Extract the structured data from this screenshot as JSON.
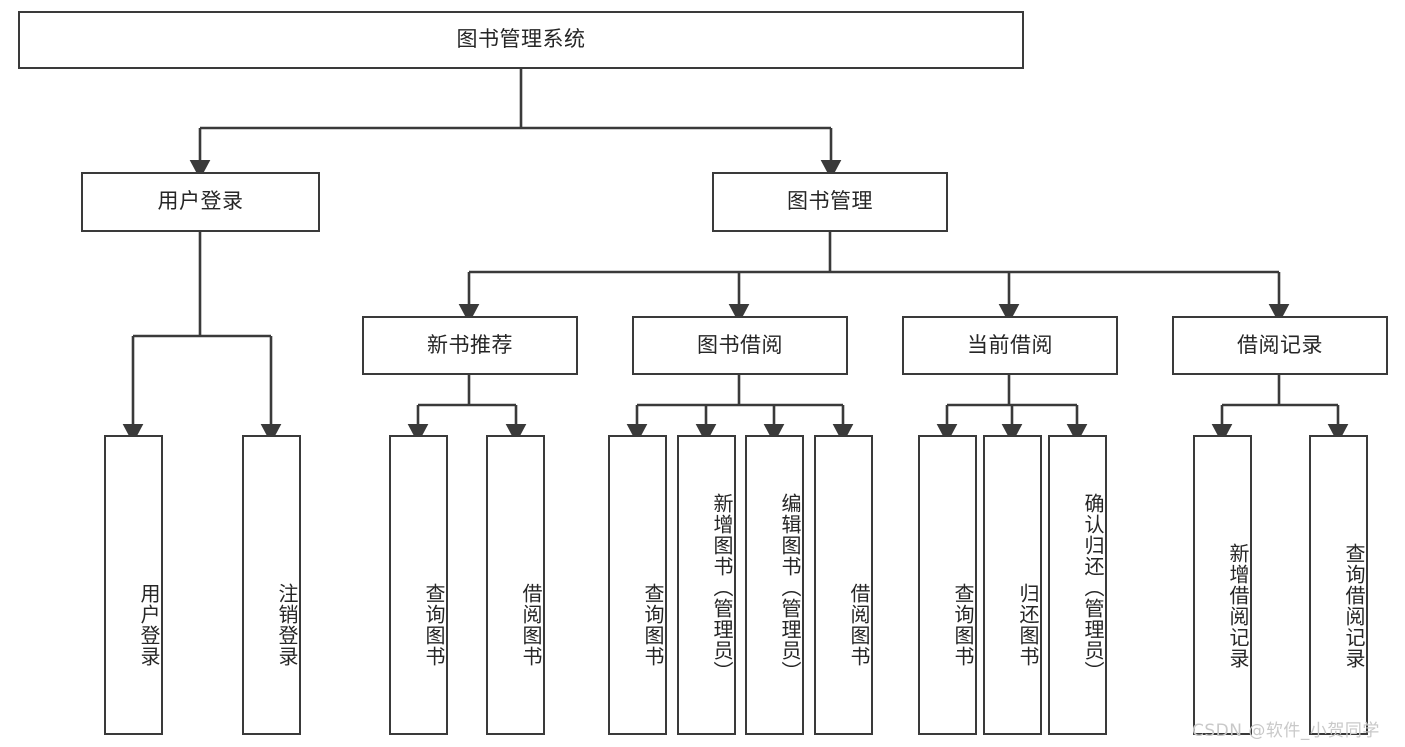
{
  "diagram": {
    "title": "图书管理系统",
    "type": "tree-hierarchy-diagram",
    "colors": {
      "stroke": "#3a3a3a",
      "fill": "#ffffff",
      "text": "#262626",
      "watermark": "#c9c9c9"
    },
    "root": {
      "label": "图书管理系统"
    },
    "level1": [
      {
        "label": "用户登录"
      },
      {
        "label": "图书管理"
      }
    ],
    "level2": [
      {
        "label": "新书推荐"
      },
      {
        "label": "图书借阅"
      },
      {
        "label": "当前借阅"
      },
      {
        "label": "借阅记录"
      }
    ],
    "leaves": {
      "user_login": [
        {
          "label": "用户登录"
        },
        {
          "label": "注销登录"
        }
      ],
      "new_book_recommend": [
        {
          "label": "查询图书"
        },
        {
          "label": "借阅图书"
        }
      ],
      "book_borrow": [
        {
          "label": "查询图书"
        },
        {
          "label": "新增图书（管理员）"
        },
        {
          "label": "编辑图书（管理员）"
        },
        {
          "label": "借阅图书"
        }
      ],
      "current_borrow": [
        {
          "label": "查询图书"
        },
        {
          "label": "归还图书"
        },
        {
          "label": "确认归还（管理员）"
        }
      ],
      "borrow_record": [
        {
          "label": "新增借阅记录"
        },
        {
          "label": "查询借阅记录"
        }
      ]
    },
    "watermark": "CSDN @软件_小贺同学"
  }
}
